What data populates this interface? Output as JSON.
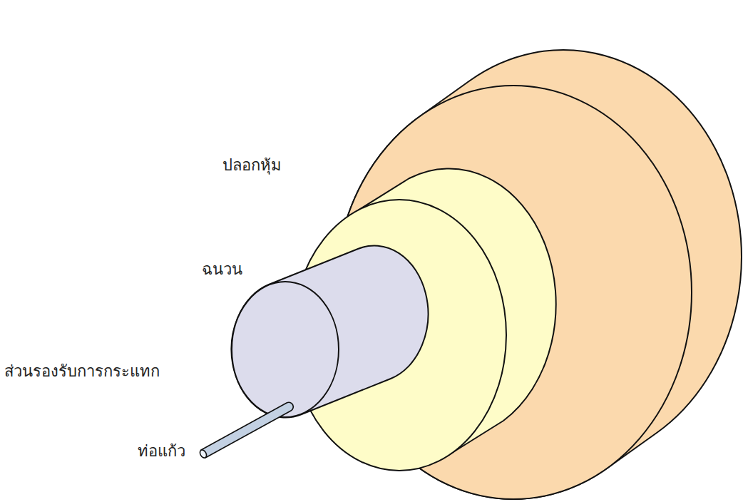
{
  "diagram": {
    "labels": [
      "ปลอกหุ้ม",
      "ฉนวน",
      "ส่วนรองรับการกระแทก",
      "ท่อแก้ว"
    ]
  }
}
